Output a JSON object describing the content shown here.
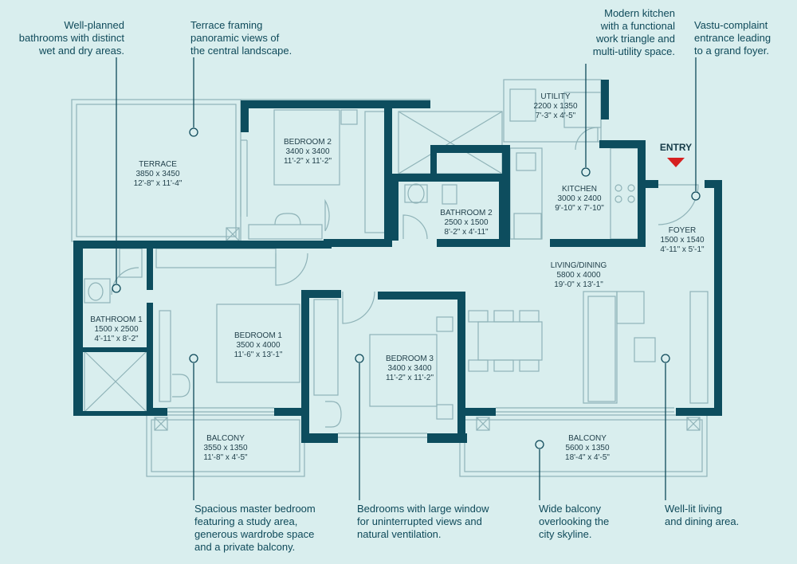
{
  "colors": {
    "background": "#d9eeee",
    "wall": "#0d4d5e",
    "thin_line": "#8fb3b8",
    "callout_line": "#0f4a5a",
    "entry_arrow": "#d62020",
    "text": "#1f3e49"
  },
  "entry": {
    "label": "ENTRY"
  },
  "rooms": {
    "terrace": {
      "name": "TERRACE",
      "metric": "3850 x 3450",
      "imperial": "12'-8\" x 11'-4\""
    },
    "bedroom2": {
      "name": "BEDROOM 2",
      "metric": "3400 x 3400",
      "imperial": "11'-2\" x 11'-2\""
    },
    "bathroom2": {
      "name": "BATHROOM 2",
      "metric": "2500 x 1500",
      "imperial": "8'-2\" x 4'-11\""
    },
    "utility": {
      "name": "UTILITY",
      "metric": "2200 x 1350",
      "imperial": "7'-3\" x 4'-5\""
    },
    "kitchen": {
      "name": "KITCHEN",
      "metric": "3000 x 2400",
      "imperial": "9'-10\" x 7'-10\""
    },
    "foyer": {
      "name": "FOYER",
      "metric": "1500 x 1540",
      "imperial": "4'-11\" x 5'-1\""
    },
    "living": {
      "name": "LIVING/DINING",
      "metric": "5800 x 4000",
      "imperial": "19'-0\" x 13'-1\""
    },
    "bathroom1": {
      "name": "BATHROOM 1",
      "metric": "1500 x 2500",
      "imperial": "4'-11\" x 8'-2\""
    },
    "bedroom1": {
      "name": "BEDROOM 1",
      "metric": "3500 x 4000",
      "imperial": "11'-6\" x 13'-1\""
    },
    "bedroom3": {
      "name": "BEDROOM 3",
      "metric": "3400 x 3400",
      "imperial": "11'-2\" x 11'-2\""
    },
    "balcony1": {
      "name": "BALCONY",
      "metric": "3550 x 1350",
      "imperial": "11'-8\" x 4'-5\""
    },
    "balcony2": {
      "name": "BALCONY",
      "metric": "5600 x 1350",
      "imperial": "18'-4\" x 4'-5\""
    }
  },
  "callouts": {
    "bathrooms": "Well-planned\nbathrooms with distinct\nwet and dry areas.",
    "terrace": "Terrace framing\npanoramic views of\nthe central landscape.",
    "kitchen": "Modern kitchen\nwith a functional\nwork triangle and\nmulti-utility space.",
    "entrance": "Vastu-complaint\nentrance leading\nto a grand foyer.",
    "master": "Spacious master bedroom\nfeaturing a study area,\ngenerous wardrobe space\nand a private balcony.",
    "windows": "Bedrooms with large window\nfor uninterrupted views and\nnatural ventilation.",
    "balcony": "Wide balcony\noverlooking the\ncity skyline.",
    "living": "Well-lit living\nand dining area."
  }
}
